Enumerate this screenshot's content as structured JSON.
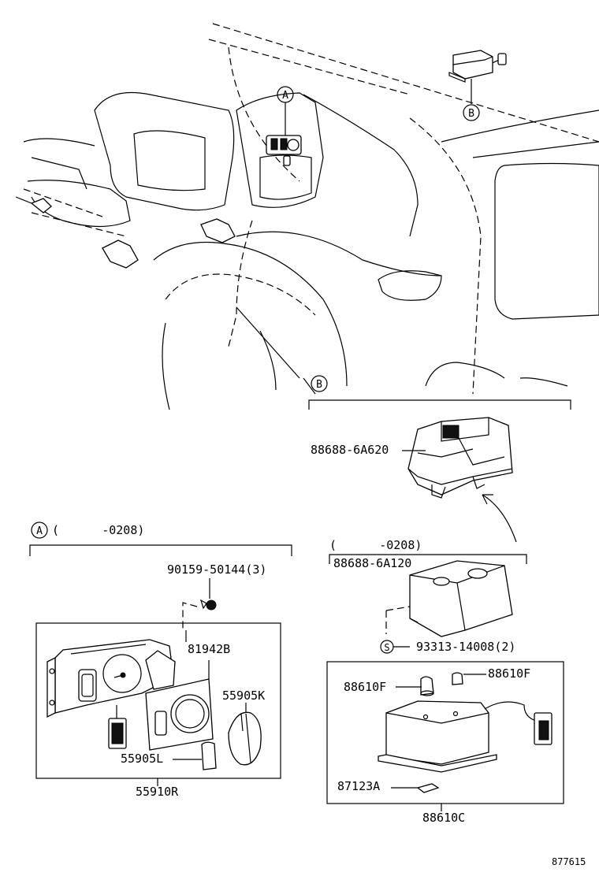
{
  "markers": {
    "a": "A",
    "b": "B",
    "s": "S"
  },
  "section_a": {
    "date_range": "(      -0208)"
  },
  "section_b": {
    "date_range": "(      -0208)"
  },
  "parts": {
    "p_88688_6A620": "88688-6A620",
    "p_88688_6A120": "88688-6A120",
    "p_93313": "93313-14008(2)",
    "p_88610F_left": "88610F",
    "p_88610F_right": "88610F",
    "p_87123A": "87123A",
    "p_88610C": "88610C",
    "p_90159": "90159-50144(3)",
    "p_81942B": "81942B",
    "p_55905K": "55905K",
    "p_55905L": "55905L",
    "p_55910R": "55910R"
  },
  "diagram_id": "877615"
}
